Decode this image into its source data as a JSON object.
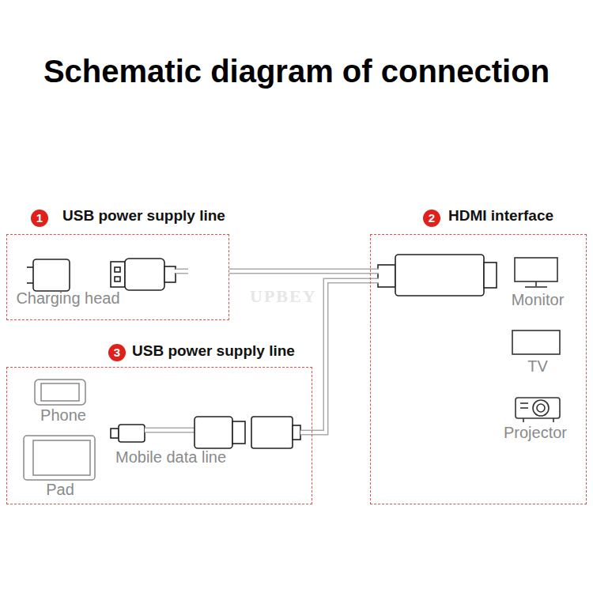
{
  "diagram": {
    "title": "Schematic diagram of connection",
    "nodes": [
      {
        "text": [
          "USB power supply line"
        ]
      },
      {
        "text": [
          "HDMI interface"
        ]
      },
      {
        "text": [
          "USB power supply line"
        ]
      }
    ],
    "edges": [
      {
        "from": 0,
        "to": 1,
        "arrow": "none"
      },
      {
        "from": 2,
        "to": 1,
        "arrow": "none"
      }
    ],
    "labels": [
      "1",
      "2",
      "3",
      "Charging head",
      "Monitor",
      "TV",
      "Projector",
      "Phone",
      "Pad",
      "Mobile data line",
      "UPBEY"
    ]
  }
}
